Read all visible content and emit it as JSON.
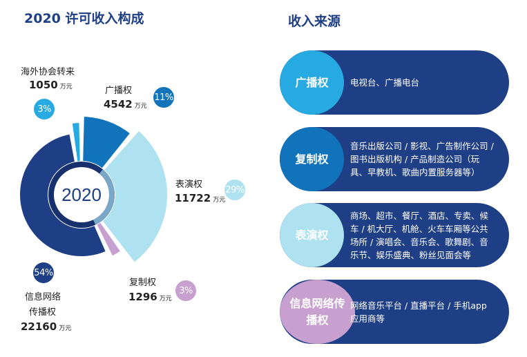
{
  "left_title": "2020 许可收入构成",
  "right_title": "收入来源",
  "center_label": "2020",
  "unit": "万元",
  "chart_data": {
    "type": "pie",
    "title": "2020 许可收入构成",
    "slices": [
      {
        "name": "广播权",
        "value": 4542,
        "pct": "11%",
        "color": "#1174bb"
      },
      {
        "name": "表演权",
        "value": 11722,
        "pct": "29%",
        "color": "#aee2f0"
      },
      {
        "name": "复制权",
        "value": 1296,
        "pct": "3%",
        "color": "#c7a0cf"
      },
      {
        "name": "信息网络传播权",
        "value": 22160,
        "pct": "54%",
        "color": "#1e3f86"
      },
      {
        "name": "海外协会转来",
        "value": 1050,
        "pct": "3%",
        "color": "#27a9e1"
      }
    ]
  },
  "labels": {
    "broadcast": {
      "name": "广播权",
      "value": "4542",
      "pct": "11%"
    },
    "perform": {
      "name": "表演权",
      "value": "11722",
      "pct": "29%"
    },
    "copy": {
      "name": "复制权",
      "value": "1296",
      "pct": "3%"
    },
    "network": {
      "name1": "信息网络",
      "name2": "传播权",
      "value": "22160",
      "pct": "54%"
    },
    "overseas": {
      "name": "海外协会转来",
      "value": "1050",
      "pct": "3%"
    }
  },
  "sources": [
    {
      "label": "广播权",
      "desc": "电视台、广播电台",
      "color": "#27a9e1"
    },
    {
      "label": "复制权",
      "desc": "音乐出版公司 / 影视、广告制作公司 / 图书出版机构 / 产品制造公司（玩具、早教机、歌曲内置服务器等）",
      "color": "#1174bb"
    },
    {
      "label": "表演权",
      "desc": "商场、超市、餐厅、酒店、专卖、候车 / 机大厅、机舱、火车车厢等公共场所 / 演唱会、音乐会、歌舞剧、音乐节、娱乐盛典、粉丝见面会等",
      "color": "#aee2f0"
    },
    {
      "label": "信息网络传播权",
      "desc": "网络音乐平台 / 直播平台 / 手机app 应用商等",
      "color": "#c7a0cf"
    }
  ]
}
